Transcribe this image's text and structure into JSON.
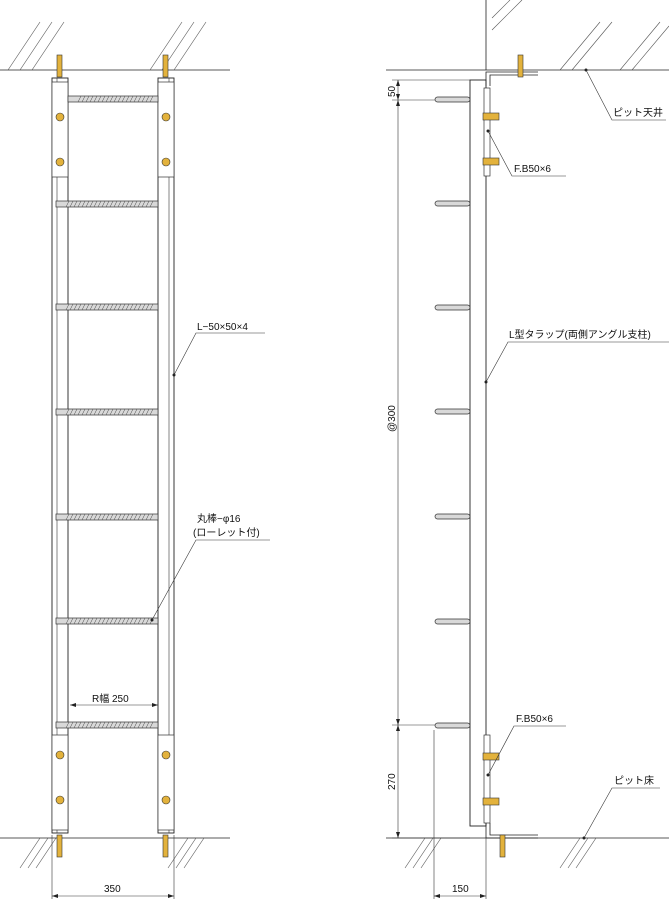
{
  "colors": {
    "line": "#222222",
    "rung_fill": "#d9d9d9",
    "bolt": "#e3b23c",
    "background": "#ffffff"
  },
  "labels": {
    "angle_stile": "L−50×50×4",
    "round_bar_line1": "丸棒−φ16",
    "round_bar_line2": "(ローレット付)",
    "rung_width": "R幅 250",
    "overall_width": "350",
    "pit_ceiling": "ピット天井",
    "fb_top": "F.B50×6",
    "l_type_trap": "L型タラップ(両側アングル支柱)",
    "pitch": "@300",
    "top_offset": "50",
    "bottom_offset": "270",
    "fb_bottom": "F.B50×6",
    "pit_floor": "ピット床",
    "depth": "150"
  }
}
